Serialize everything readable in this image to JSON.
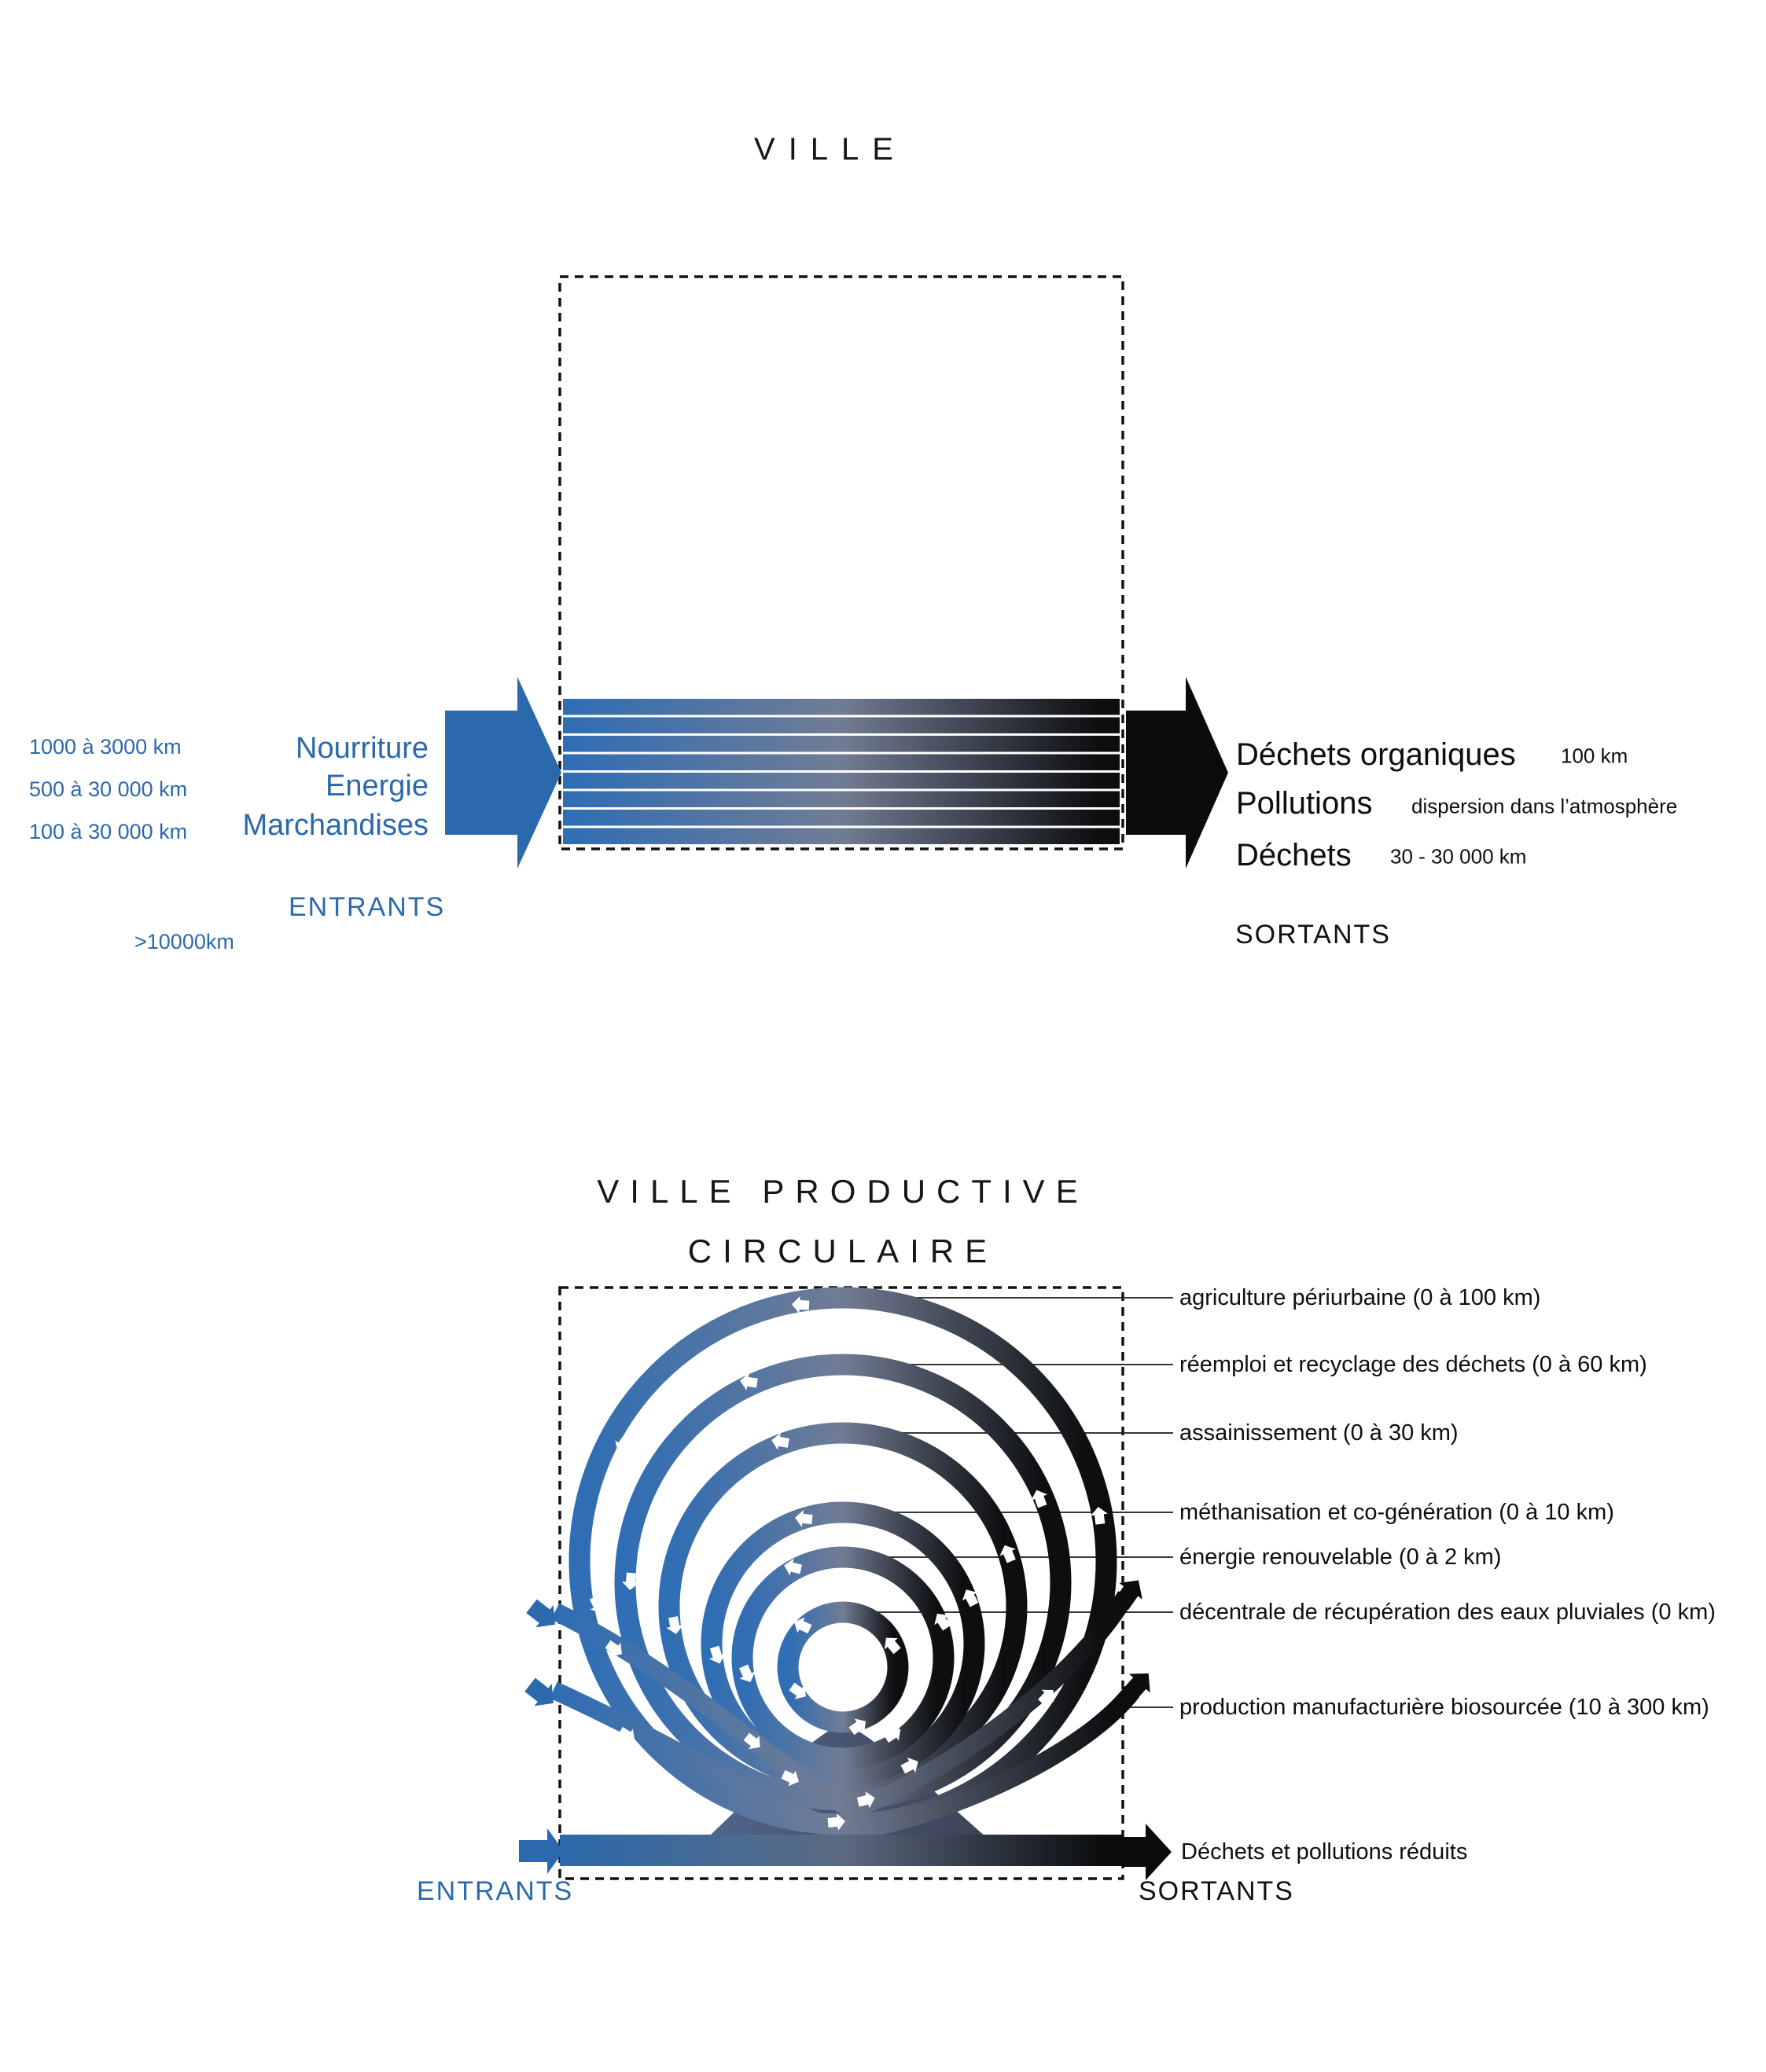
{
  "colors": {
    "accent_blue": "#2b69ac",
    "flow_dark": "#0d0e10",
    "text_dark": "#111111"
  },
  "top": {
    "title": "VILLE",
    "inputs": {
      "distances": [
        "1000 à 3000 km",
        "500 à 30 000 km",
        "100 à 30 000 km"
      ],
      "items": [
        "Nourriture",
        "Energie",
        "Marchandises"
      ],
      "label": "ENTRANTS",
      "extra_distance": ">10000km"
    },
    "outputs": {
      "items": [
        {
          "name": "Déchets organiques",
          "detail": "100 km"
        },
        {
          "name": "Pollutions",
          "detail": "dispersion dans l’atmosphère"
        },
        {
          "name": "Déchets",
          "detail": "30 - 30 000 km"
        }
      ],
      "label": "SORTANTS"
    }
  },
  "bottom": {
    "title_line1": "VILLE PRODUCTIVE",
    "title_line2": "CIRCULAIRE",
    "loops": [
      "agriculture périurbaine (0 à 100 km)",
      "réemploi et recyclage des déchets (0 à 60 km)",
      "assainissement (0 à 30 km)",
      "méthanisation et co-génération (0 à 10 km)",
      "énergie renouvelable (0 à 2 km)",
      "décentrale de récupération des eaux pluviales (0 km)",
      "production manufacturière biosourcée (10 à 300 km)"
    ],
    "output_label": "Déchets et pollutions réduits",
    "entrants": "ENTRANTS",
    "sortants": "SORTANTS"
  }
}
